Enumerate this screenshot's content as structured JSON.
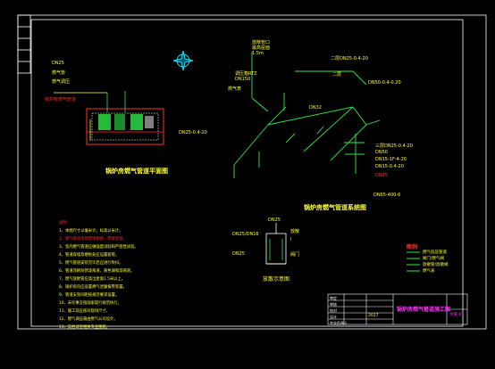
{
  "colors": {
    "background": "#000000",
    "frame": "#ffffff",
    "pipe": "#2ee84a",
    "text_yellow": "#ffff33",
    "text_red": "#ff3030",
    "text_white": "#ffffff",
    "compass": "#00e5ff",
    "title_magenta": "#ff33ff"
  },
  "drawing": {
    "plan_title": "锅炉房燃气管道平面图",
    "axon_title": "锅炉房燃气管道系统图",
    "detail_title": "放散示意图",
    "legend_title": "图例"
  },
  "labels": {
    "dn_left": "DN25",
    "gas_pipe_left": "燃气管",
    "regulator": "燃气调压",
    "boiler_labels": "锅炉房燃气管道",
    "top_box": "放散管口\n最高屋面\n1.5m",
    "regulator_box": "调压箱RTZ\nDN150",
    "main_gas_meter": "燃气表",
    "top_right_1": "二层DN25-0.4-20",
    "top_right_2": "DN50-0.4-0.20",
    "top_right_3": "二层",
    "right_1": "三层DN25-0.4-20",
    "right_2": "DN50",
    "right_3": "DN15-1F-4-20",
    "right_4": "DN15-0.4-20",
    "right_red": "DN65",
    "right_box": "DN65-400-6",
    "mid_1": "DN25-0.4-20",
    "mid_2": "DN32",
    "detail_1": "DN25",
    "detail_2": "放散",
    "detail_3": "Ⅰ",
    "detail_4": "DN25/DN16",
    "detail_5": "阀门",
    "detail_6": "DN25"
  },
  "legend": {
    "rows": [
      "燃气低压管道",
      "阀门/燃气阀",
      "放散管/放散阀",
      "燃气表"
    ]
  },
  "notes": {
    "title": "说明：",
    "lines": [
      "1、本图尺寸以毫米计，标高以米计。",
      "2、燃气管道采用焊接钢管，焊接连接。",
      "3、室内燃气管道应做强度试验和严密性试验。",
      "4、管道穿墙及楼板处应设置套管。",
      "5、燃气管道安装完毕后应进行吹扫。",
      "6、管道涂刷防锈漆两道，黄色调和漆两道。",
      "7、燃气放散管应高出屋面1.5米以上。",
      "8、锅炉房内应设置燃气泄漏报警装置。",
      "9、管道支架间距按规范要求设置。",
      "10、未尽事宜按国家现行规范执行。",
      "11、施工前应核对现场尺寸。",
      "12、燃气调压箱由燃气公司设计。",
      "13、其他详见相关专业图纸。"
    ]
  },
  "title_block": {
    "rows": [
      "审定",
      "审核",
      "校对",
      "设计",
      "专业负责人"
    ],
    "project_title": "锅炉房燃气管道施工图",
    "drawing_no": "水施-01",
    "year": "2017"
  }
}
